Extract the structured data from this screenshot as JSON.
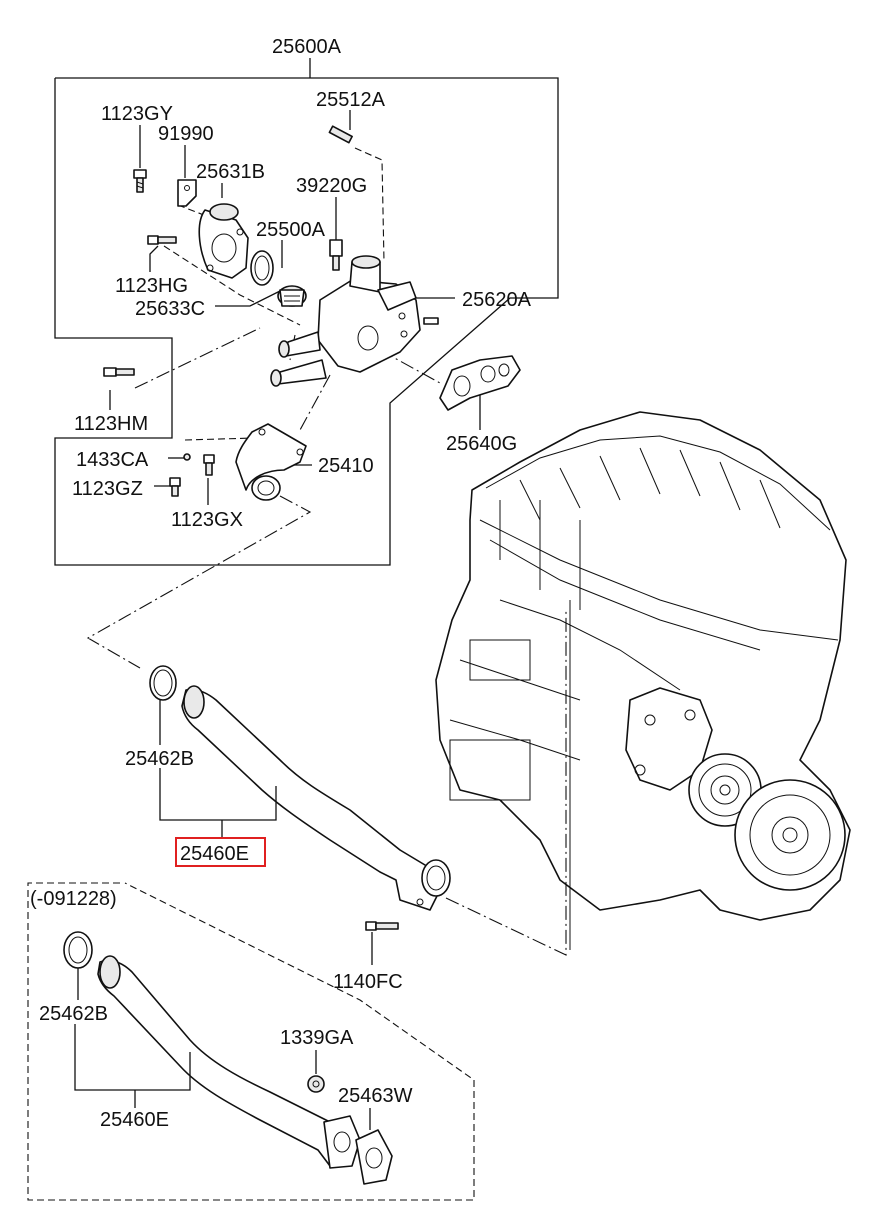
{
  "labels": {
    "p25600A": "25600A",
    "p25512A": "25512A",
    "p1123GY": "1123GY",
    "p91990": "91990",
    "p25631B": "25631B",
    "p39220G": "39220G",
    "p25500A": "25500A",
    "p1123HG": "1123HG",
    "p25633C": "25633C",
    "p25620A": "25620A",
    "p1123HM": "1123HM",
    "p25640G": "25640G",
    "p1433CA": "1433CA",
    "p25410": "25410",
    "p1123GZ": "1123GZ",
    "p1123GX": "1123GX",
    "p25462B_main": "25462B",
    "p25460E_main": "25460E",
    "variant_note": "(-091228)",
    "p1140FC": "1140FC",
    "p25462B_alt": "25462B",
    "p1339GA": "1339GA",
    "p25463W": "25463W",
    "p25460E_alt": "25460E"
  },
  "highlight_color": "#e02020"
}
